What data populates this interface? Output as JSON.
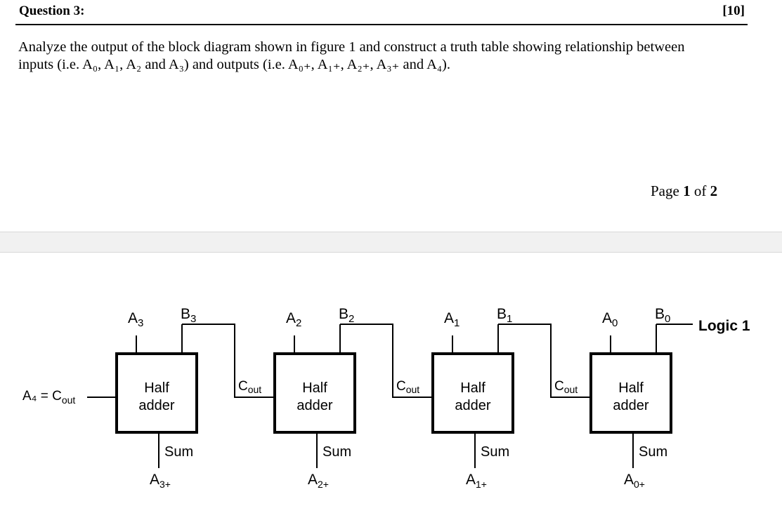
{
  "question": {
    "title": "Question 3:",
    "marks": "[10]"
  },
  "body": {
    "line1": "Analyze the output of the block diagram shown in figure 1 and construct a truth table showing relationship between",
    "line2": "inputs (i.e. A₀, A₁, A₂ and A₃) and outputs (i.e.  A₀₊, A₁₊, A₂₊, A₃₊ and A₄)."
  },
  "page": {
    "prefix": "Page ",
    "current": "1",
    "of": " of ",
    "total": "2"
  },
  "diagram": {
    "block_line1": "Half",
    "block_line2": "adder",
    "sum_label": "Sum",
    "cout_label": "out",
    "cout_prefix": "C",
    "logic_label": "Logic 1",
    "a4_label": "A₄ = C",
    "a4_sub": "out",
    "adders": [
      {
        "a": "A",
        "a_sub": "3",
        "b": "B",
        "b_sub": "3",
        "out": "A",
        "out_sub": "3+"
      },
      {
        "a": "A",
        "a_sub": "2",
        "b": "B",
        "b_sub": "2",
        "out": "A",
        "out_sub": "2+"
      },
      {
        "a": "A",
        "a_sub": "1",
        "b": "B",
        "b_sub": "1",
        "out": "A",
        "out_sub": "1+"
      },
      {
        "a": "A",
        "a_sub": "0",
        "b": "B",
        "b_sub": "0",
        "out": "A",
        "out_sub": "0+"
      }
    ]
  }
}
